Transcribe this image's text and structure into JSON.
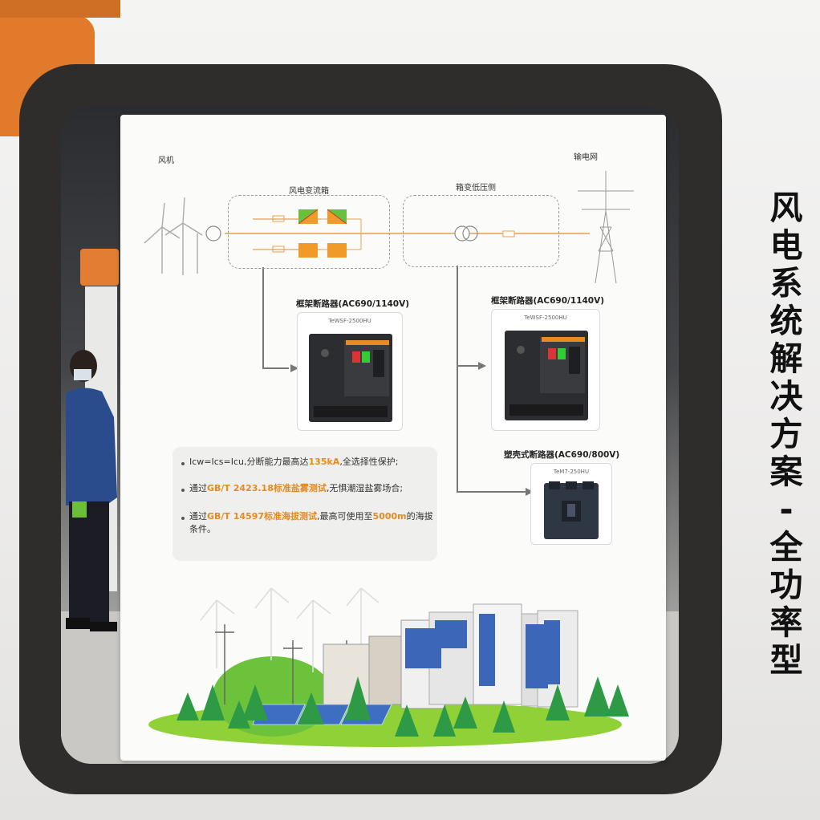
{
  "poster": {
    "label_wind_turbine": "风机",
    "label_grid": "输电网",
    "label_converter_box": "风电变流箱",
    "label_transformer_low": "箱变低压侧",
    "breaker_left_title": "框架断路器(AC690/1140V)",
    "breaker_left_model": "TeWSF-2500HU",
    "breaker_right_title": "框架断路器(AC690/1140V)",
    "breaker_right_model": "TeWSF-2500HU",
    "mccb_title": "塑壳式断路器(AC690/800V)",
    "mccb_model": "TeM7-250HU",
    "features": [
      {
        "pre": "Icw=Ics=Icu,分断能力最高达",
        "hl": "135kA",
        "post": ",全选择性保护;"
      },
      {
        "pre": "通过",
        "hl": "GB/T 2423.18标准盐雾测试",
        "post": ",无惧潮湿盐雾场合;"
      },
      {
        "pre": "通过",
        "hl": "GB/T 14597标准海拔测试",
        "post": ",最高可使用至",
        "hl2": "5000m",
        "post2": "的海拔条件。"
      }
    ]
  },
  "side_title": [
    "风",
    "电",
    "系",
    "统",
    "解",
    "决",
    "方",
    "案",
    "-",
    "全",
    "功",
    "率",
    "型"
  ],
  "colors": {
    "accent": "#e58a1f",
    "frame": "#2e2d2b",
    "grass": "#8fd136",
    "tree": "#2f9a45"
  }
}
